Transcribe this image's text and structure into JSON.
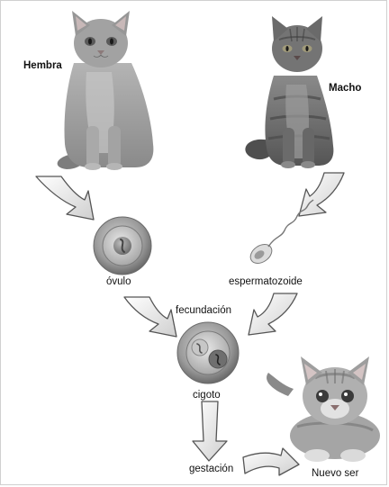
{
  "labels": {
    "hembra": "Hembra",
    "macho": "Macho",
    "ovulo": "óvulo",
    "espermatozoide": "espermatozoide",
    "fecundacion": "fecundación",
    "cigoto": "cigoto",
    "gestacion": "gestación",
    "nuevo_ser": "Nuevo ser"
  },
  "colors": {
    "female_cat": "#9a9a9a",
    "male_cat": "#6e6e6e",
    "kitten": "#a8a8a8",
    "cell_fill": "#8f8f8f",
    "arrow_stroke": "#555555"
  },
  "icons": {
    "female_cat": "gray-cat-image",
    "male_cat": "tabby-cat-image",
    "kitten": "kitten-image",
    "ovum": "ovum-cell",
    "sperm": "sperm-cell",
    "zygote": "zygote-cell"
  }
}
